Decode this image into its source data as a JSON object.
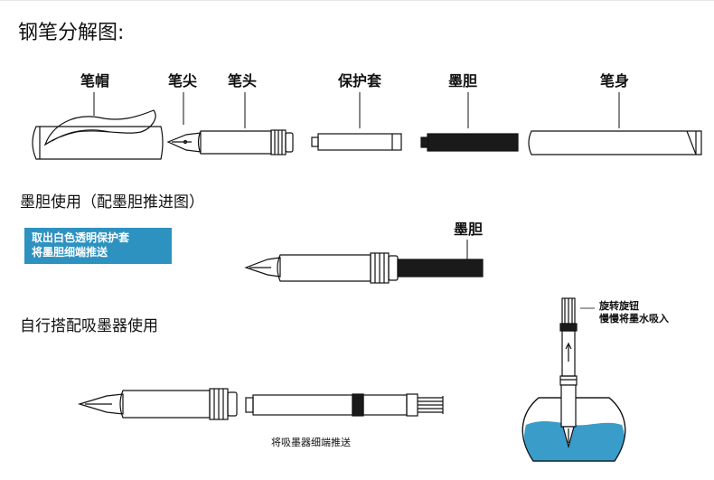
{
  "title": "钢笔分解图:",
  "parts": {
    "cap": "笔帽",
    "nib": "笔尖",
    "grip": "笔头",
    "sleeve": "保护套",
    "cartridge": "墨胆",
    "barrel": "笔身"
  },
  "section_cartridge": "墨胆使用（配墨胆推进图）",
  "banner": {
    "line1": "取出白色透明保护套",
    "line2": "将墨胆细端推送"
  },
  "cartridge_label": "墨胆",
  "section_converter": "自行搭配吸墨器使用",
  "converter_caption": "将吸墨器细端推送",
  "fill_instruction": {
    "line1": "旋转旋钮",
    "line2": "慢慢将墨水吸入"
  },
  "colors": {
    "banner": "#2e92c0",
    "ink_water": "#3a9cc8",
    "cartridge": "#1a1a1a"
  }
}
